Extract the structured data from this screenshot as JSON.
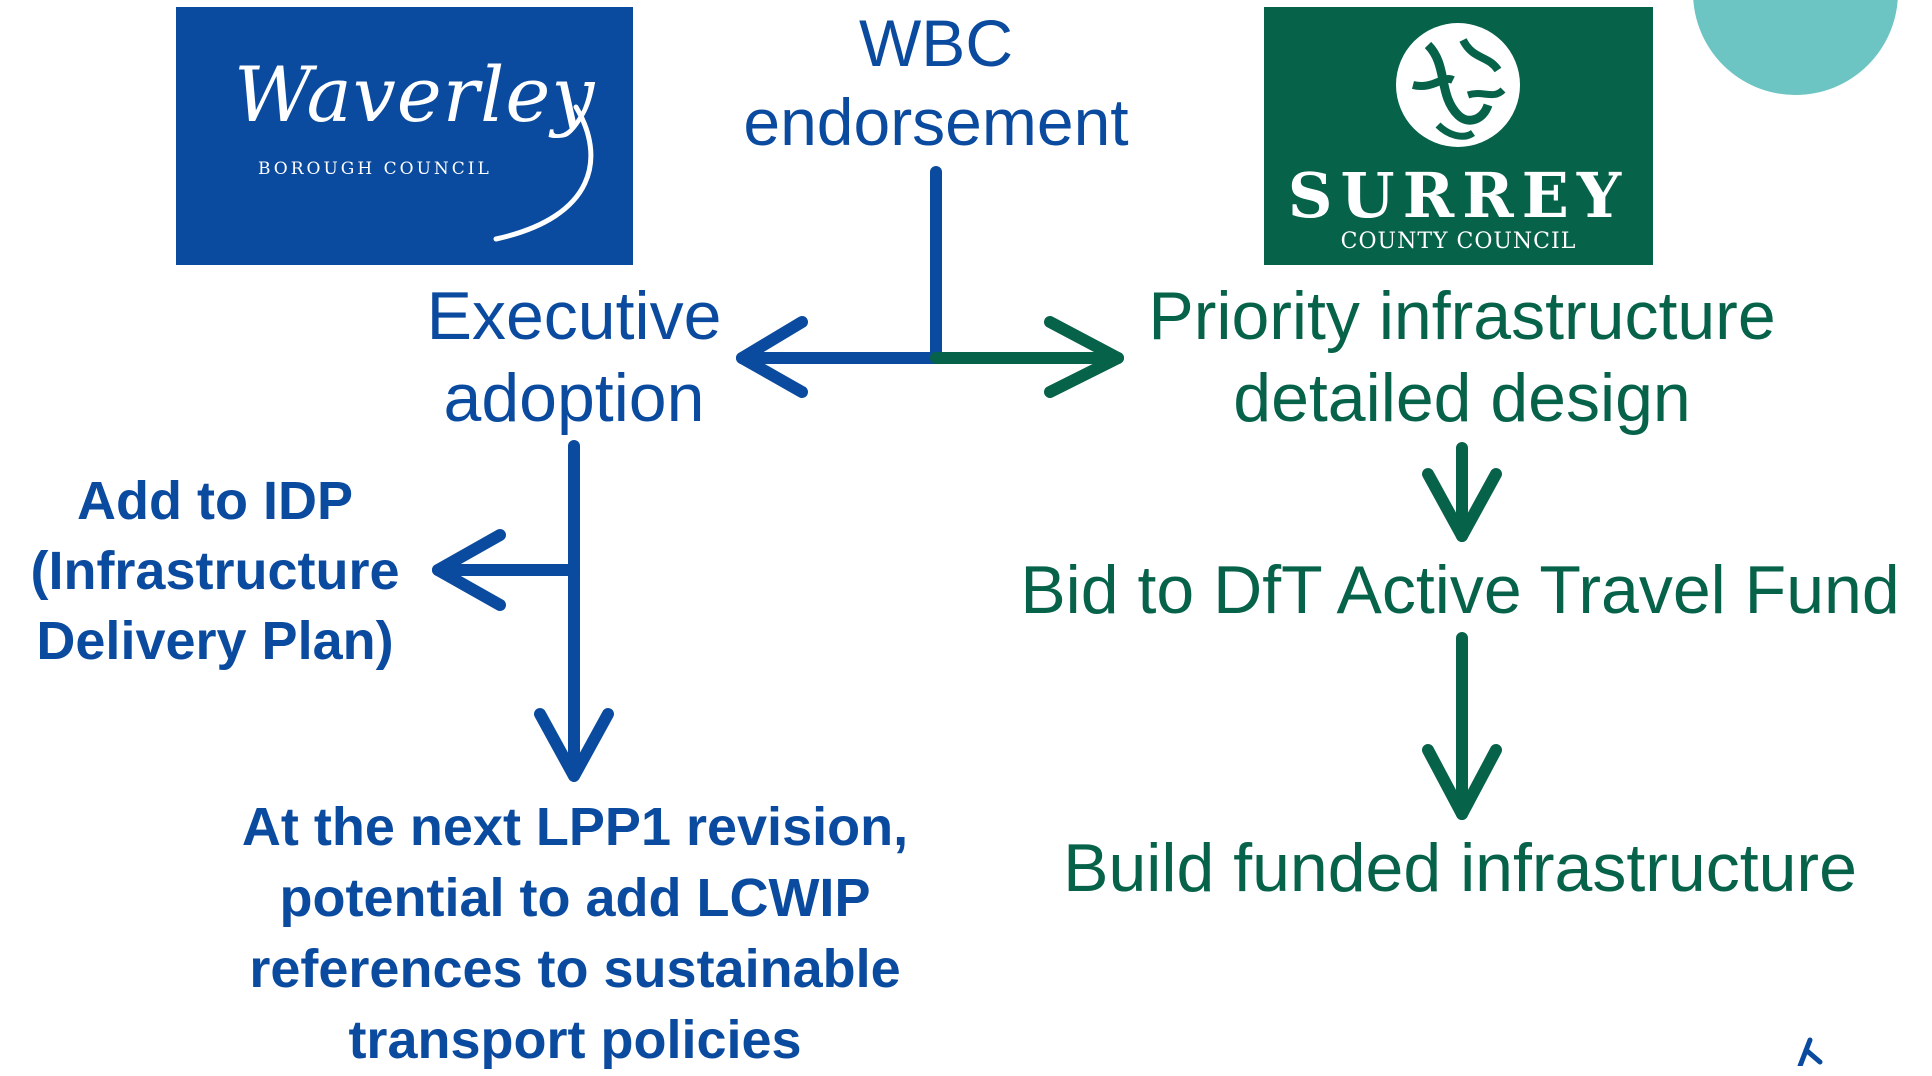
{
  "logos": {
    "waverley": {
      "name": "Waverley",
      "subtitle": "BOROUGH COUNCIL",
      "color": "#0a4a9f"
    },
    "surrey": {
      "name": "SURREY",
      "subtitle": "COUNTY COUNCIL",
      "color": "#07624a"
    }
  },
  "nodes": {
    "wbc_endorsement": {
      "line1": "WBC",
      "line2": "endorsement"
    },
    "executive_adoption": {
      "line1": "Executive",
      "line2": "adoption"
    },
    "add_to_idp": {
      "line1": "Add to IDP",
      "line2": "(Infrastructure",
      "line3": "Delivery Plan)"
    },
    "lpp1_revision": {
      "line1": "At the next LPP1 revision,",
      "line2": "potential to add LCWIP",
      "line3": "references to sustainable",
      "line4": "transport policies"
    },
    "priority_design": {
      "line1": "Priority infrastructure",
      "line2": "detailed design"
    },
    "bid_dft": {
      "line1": "Bid to DfT Active Travel Fund"
    },
    "build_infra": {
      "line1": "Build funded infrastructure"
    }
  },
  "colors": {
    "waverley_blue": "#0a4a9f",
    "surrey_green": "#07624a",
    "accent_teal": "#6cc4c3"
  }
}
